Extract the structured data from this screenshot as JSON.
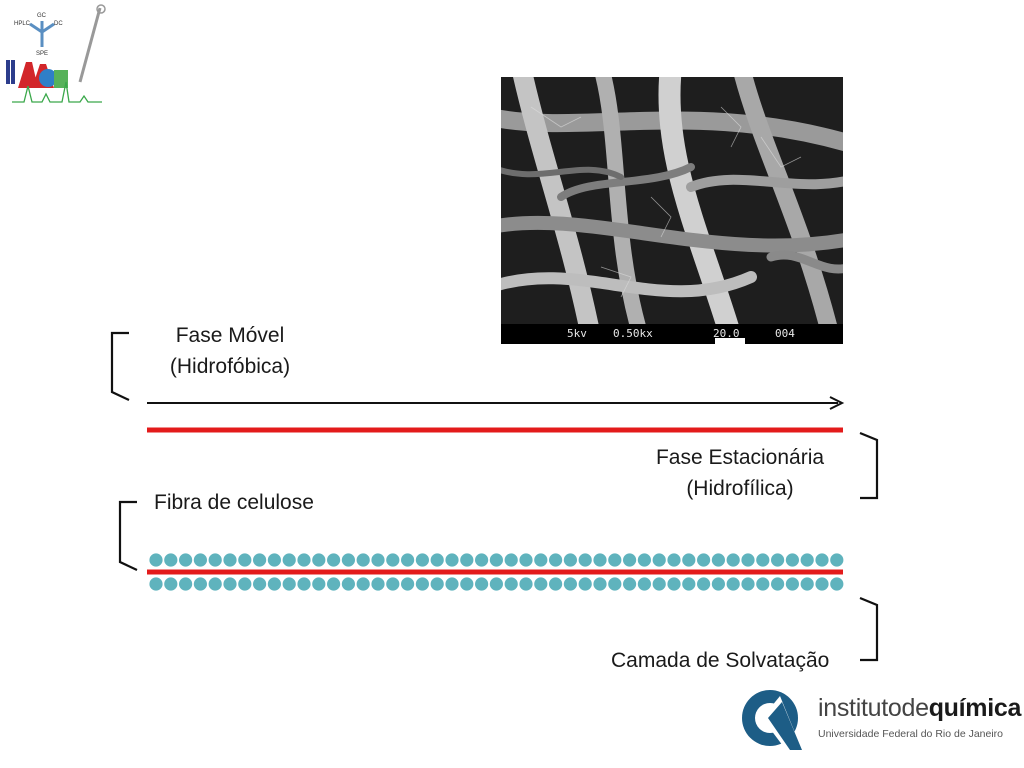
{
  "slide": {
    "mobile_phase": {
      "line1": "Fase Móvel",
      "line2": "(Hidrofóbica)"
    },
    "stationary_phase": {
      "line1": "Fase Estacionária",
      "line2": "(Hidrofílica)"
    },
    "fiber_label": "Fibra de celulose",
    "solvation_label": "Camada de Solvatação",
    "sem_image": {
      "readouts": [
        "5kv",
        "0.50kx",
        "20.0",
        "004"
      ]
    },
    "logo_corner": {
      "labels": [
        "HPLC",
        "GC",
        "DC",
        "SPE"
      ]
    },
    "institution_logo": {
      "name_light": "instituto",
      "name_bold": "química",
      "name_middle": "de",
      "subtitle": "Universidade Federal do Rio de Janeiro"
    }
  },
  "colors": {
    "accent_red": "#e31b1b",
    "bead_teal": "#5fb3bd",
    "logo_blue": "#1d5d86"
  }
}
